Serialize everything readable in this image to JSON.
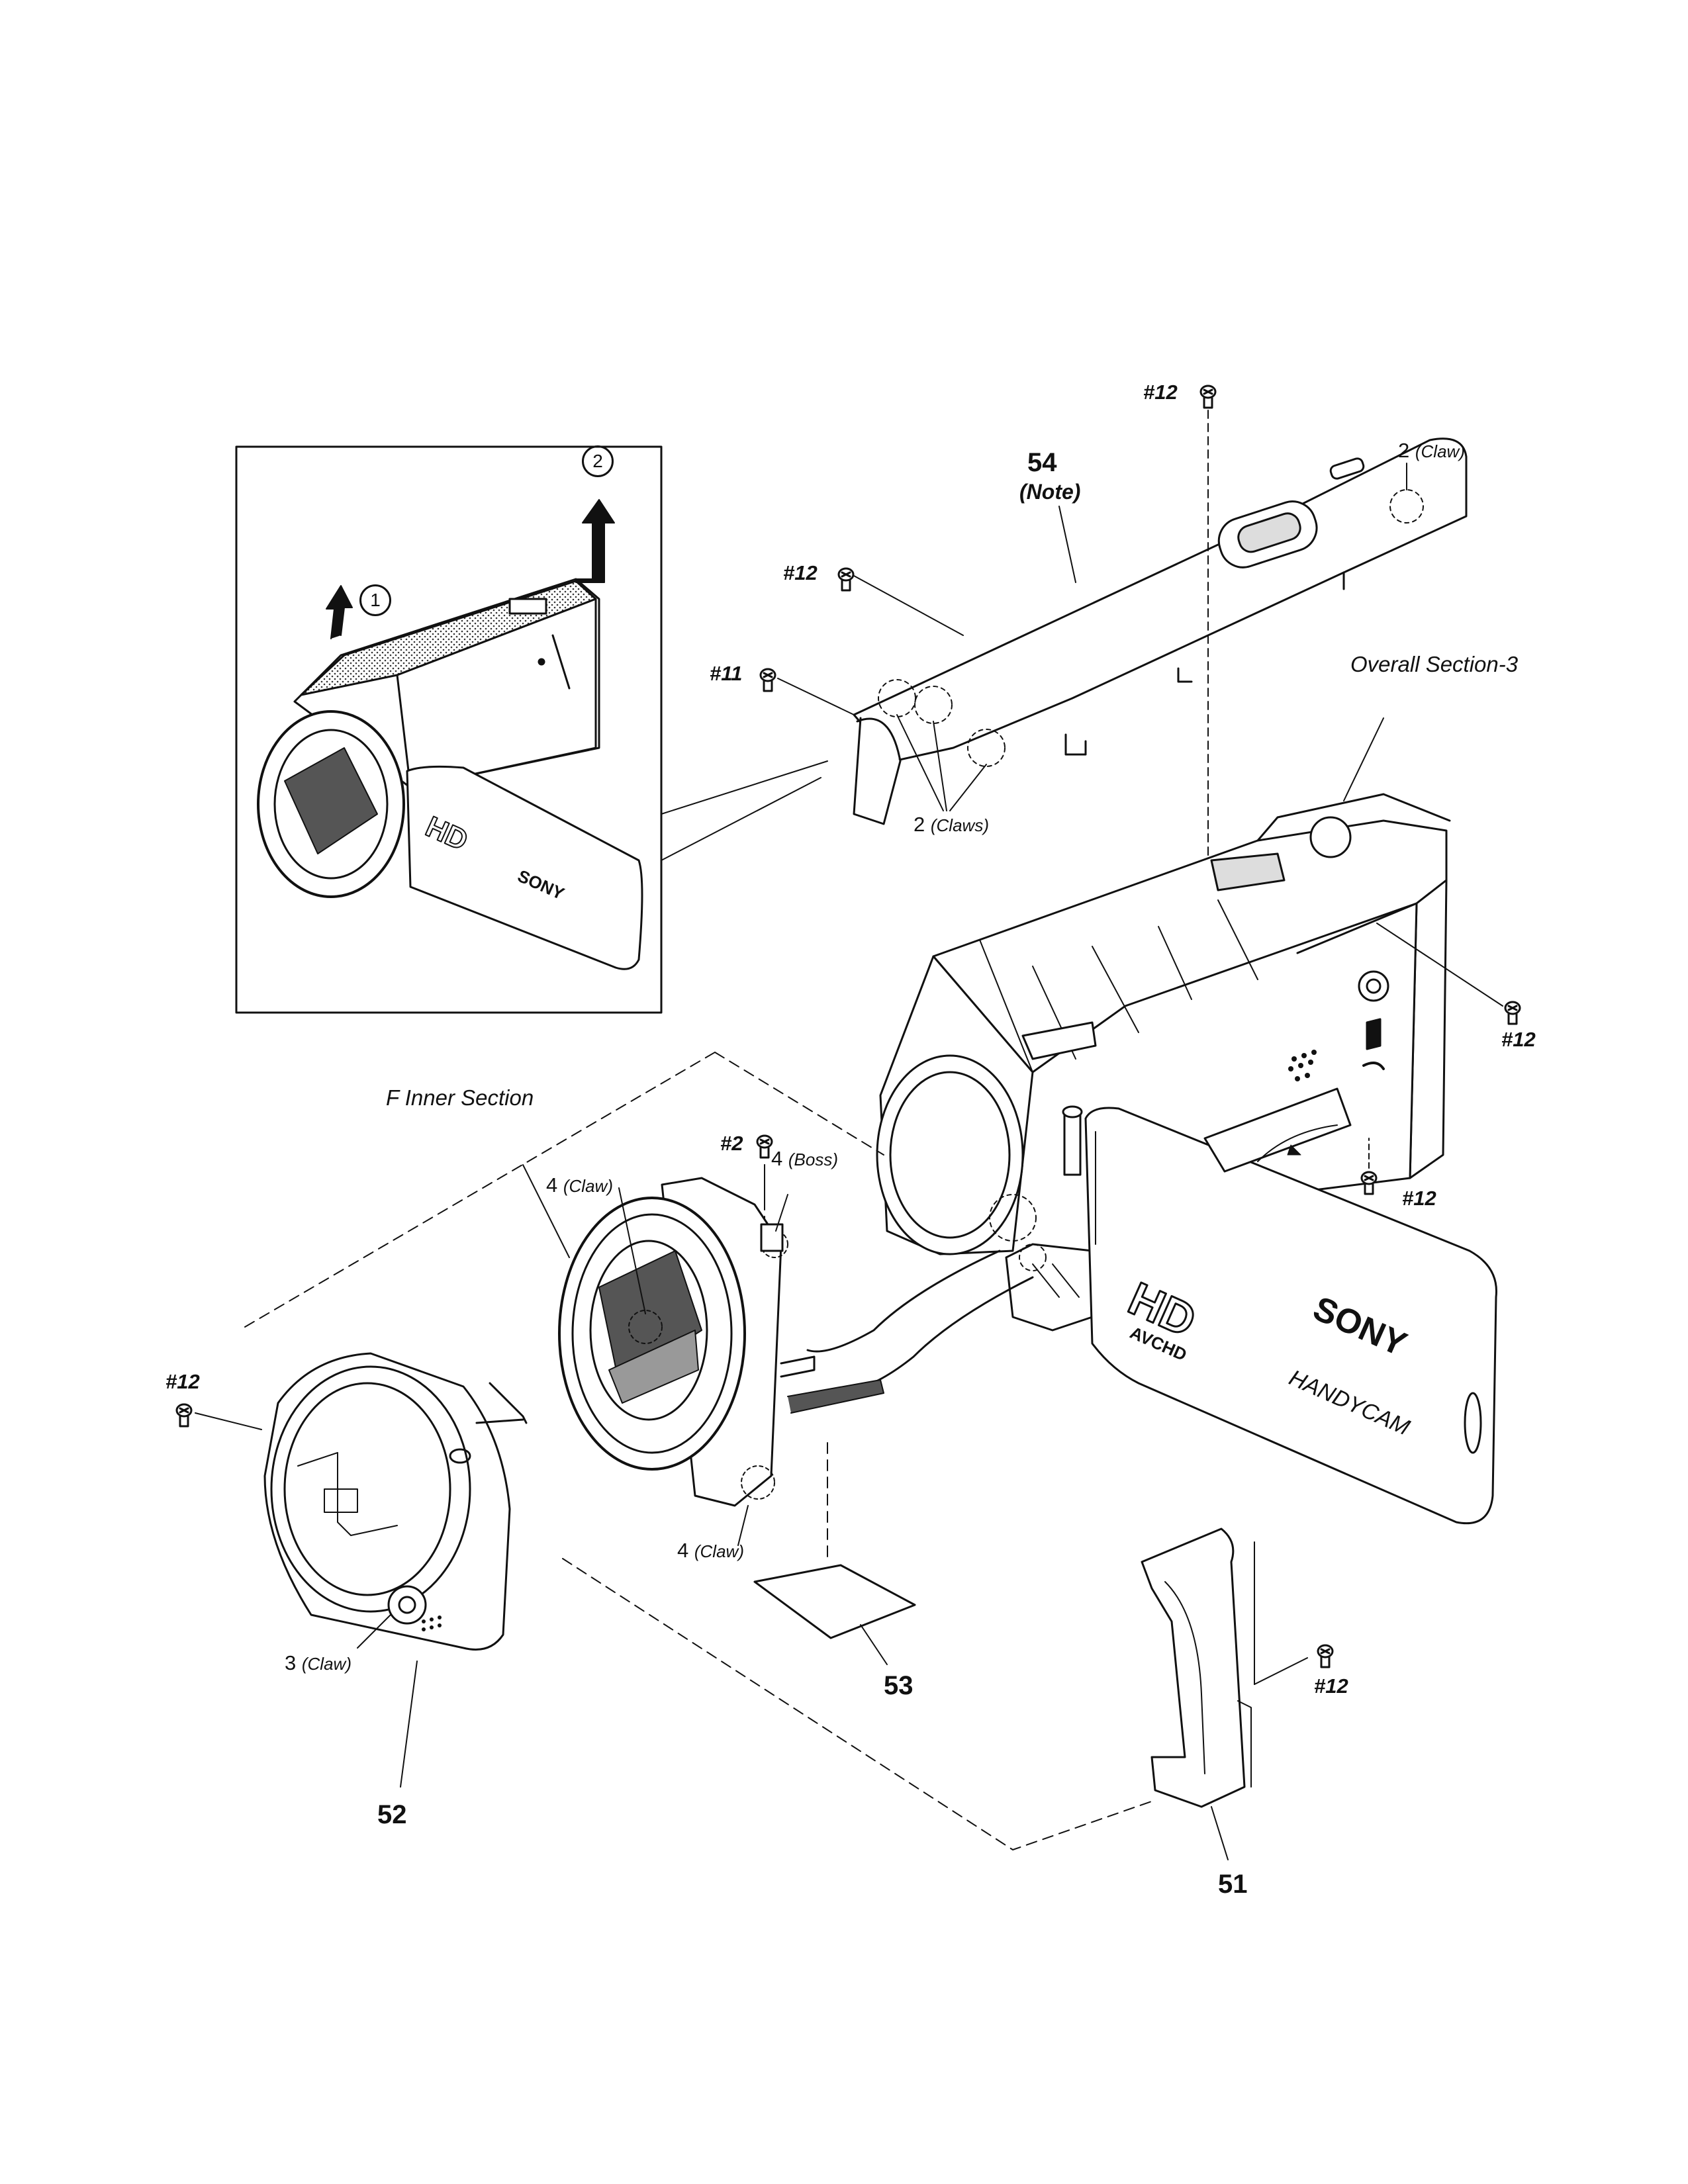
{
  "inset": {
    "step1": "1",
    "step2": "2"
  },
  "labels": {
    "part_54": "54",
    "note_54": "(Note)",
    "part_51": "51",
    "part_52": "52",
    "part_53": "53",
    "overall_section": "Overall Section-3",
    "inner_section": "F Inner Section"
  },
  "screws": {
    "s12_top": "#12",
    "s12_cover": "#12",
    "s11": "#11",
    "s12_right_upper": "#12",
    "s12_right_lower": "#12",
    "s2": "#2",
    "s12_left": "#12",
    "s12_grip": "#12"
  },
  "claws": {
    "cover_right": {
      "count": "2",
      "kind": "(Claw)"
    },
    "cover_left": {
      "count": "2",
      "kind": "(Claws)"
    },
    "lens_top": {
      "count": "4",
      "kind": "(Claw)"
    },
    "lens_boss": {
      "count": "4",
      "kind": "(Boss)"
    },
    "lens_bottom": {
      "count": "4",
      "kind": "(Claw)"
    },
    "front_ring": {
      "count": "3",
      "kind": "(Claw)"
    }
  },
  "brand": {
    "logo": "SONY",
    "model": "HANDYCAM",
    "format_big": "HD",
    "format_small": "AVCHD"
  },
  "colors": {
    "ink": "#111111",
    "paper": "#ffffff",
    "shade": "#d9d9d9"
  }
}
